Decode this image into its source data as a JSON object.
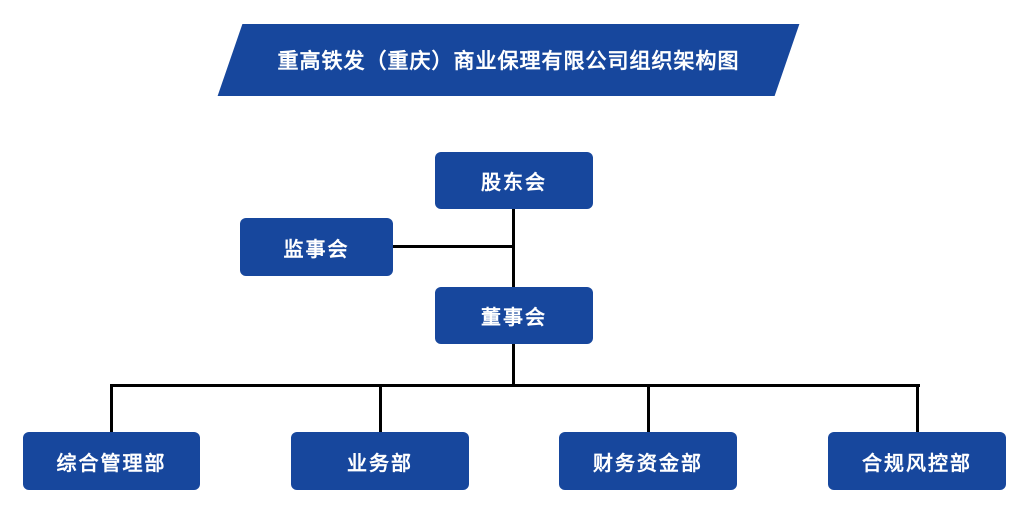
{
  "title": {
    "text": "重高铁发（重庆）商业保理有限公司组织架构图"
  },
  "colors": {
    "node_fill": "#17479D",
    "node_text": "#FFFFFF",
    "connector": "#000000",
    "background": "#FFFFFF"
  },
  "org": {
    "root": {
      "label": "股东会"
    },
    "supervisory": {
      "label": "监事会"
    },
    "board": {
      "label": "董事会"
    },
    "departments": [
      {
        "label": "综合管理部"
      },
      {
        "label": "业务部"
      },
      {
        "label": "财务资金部"
      },
      {
        "label": "合规风控部"
      }
    ]
  }
}
